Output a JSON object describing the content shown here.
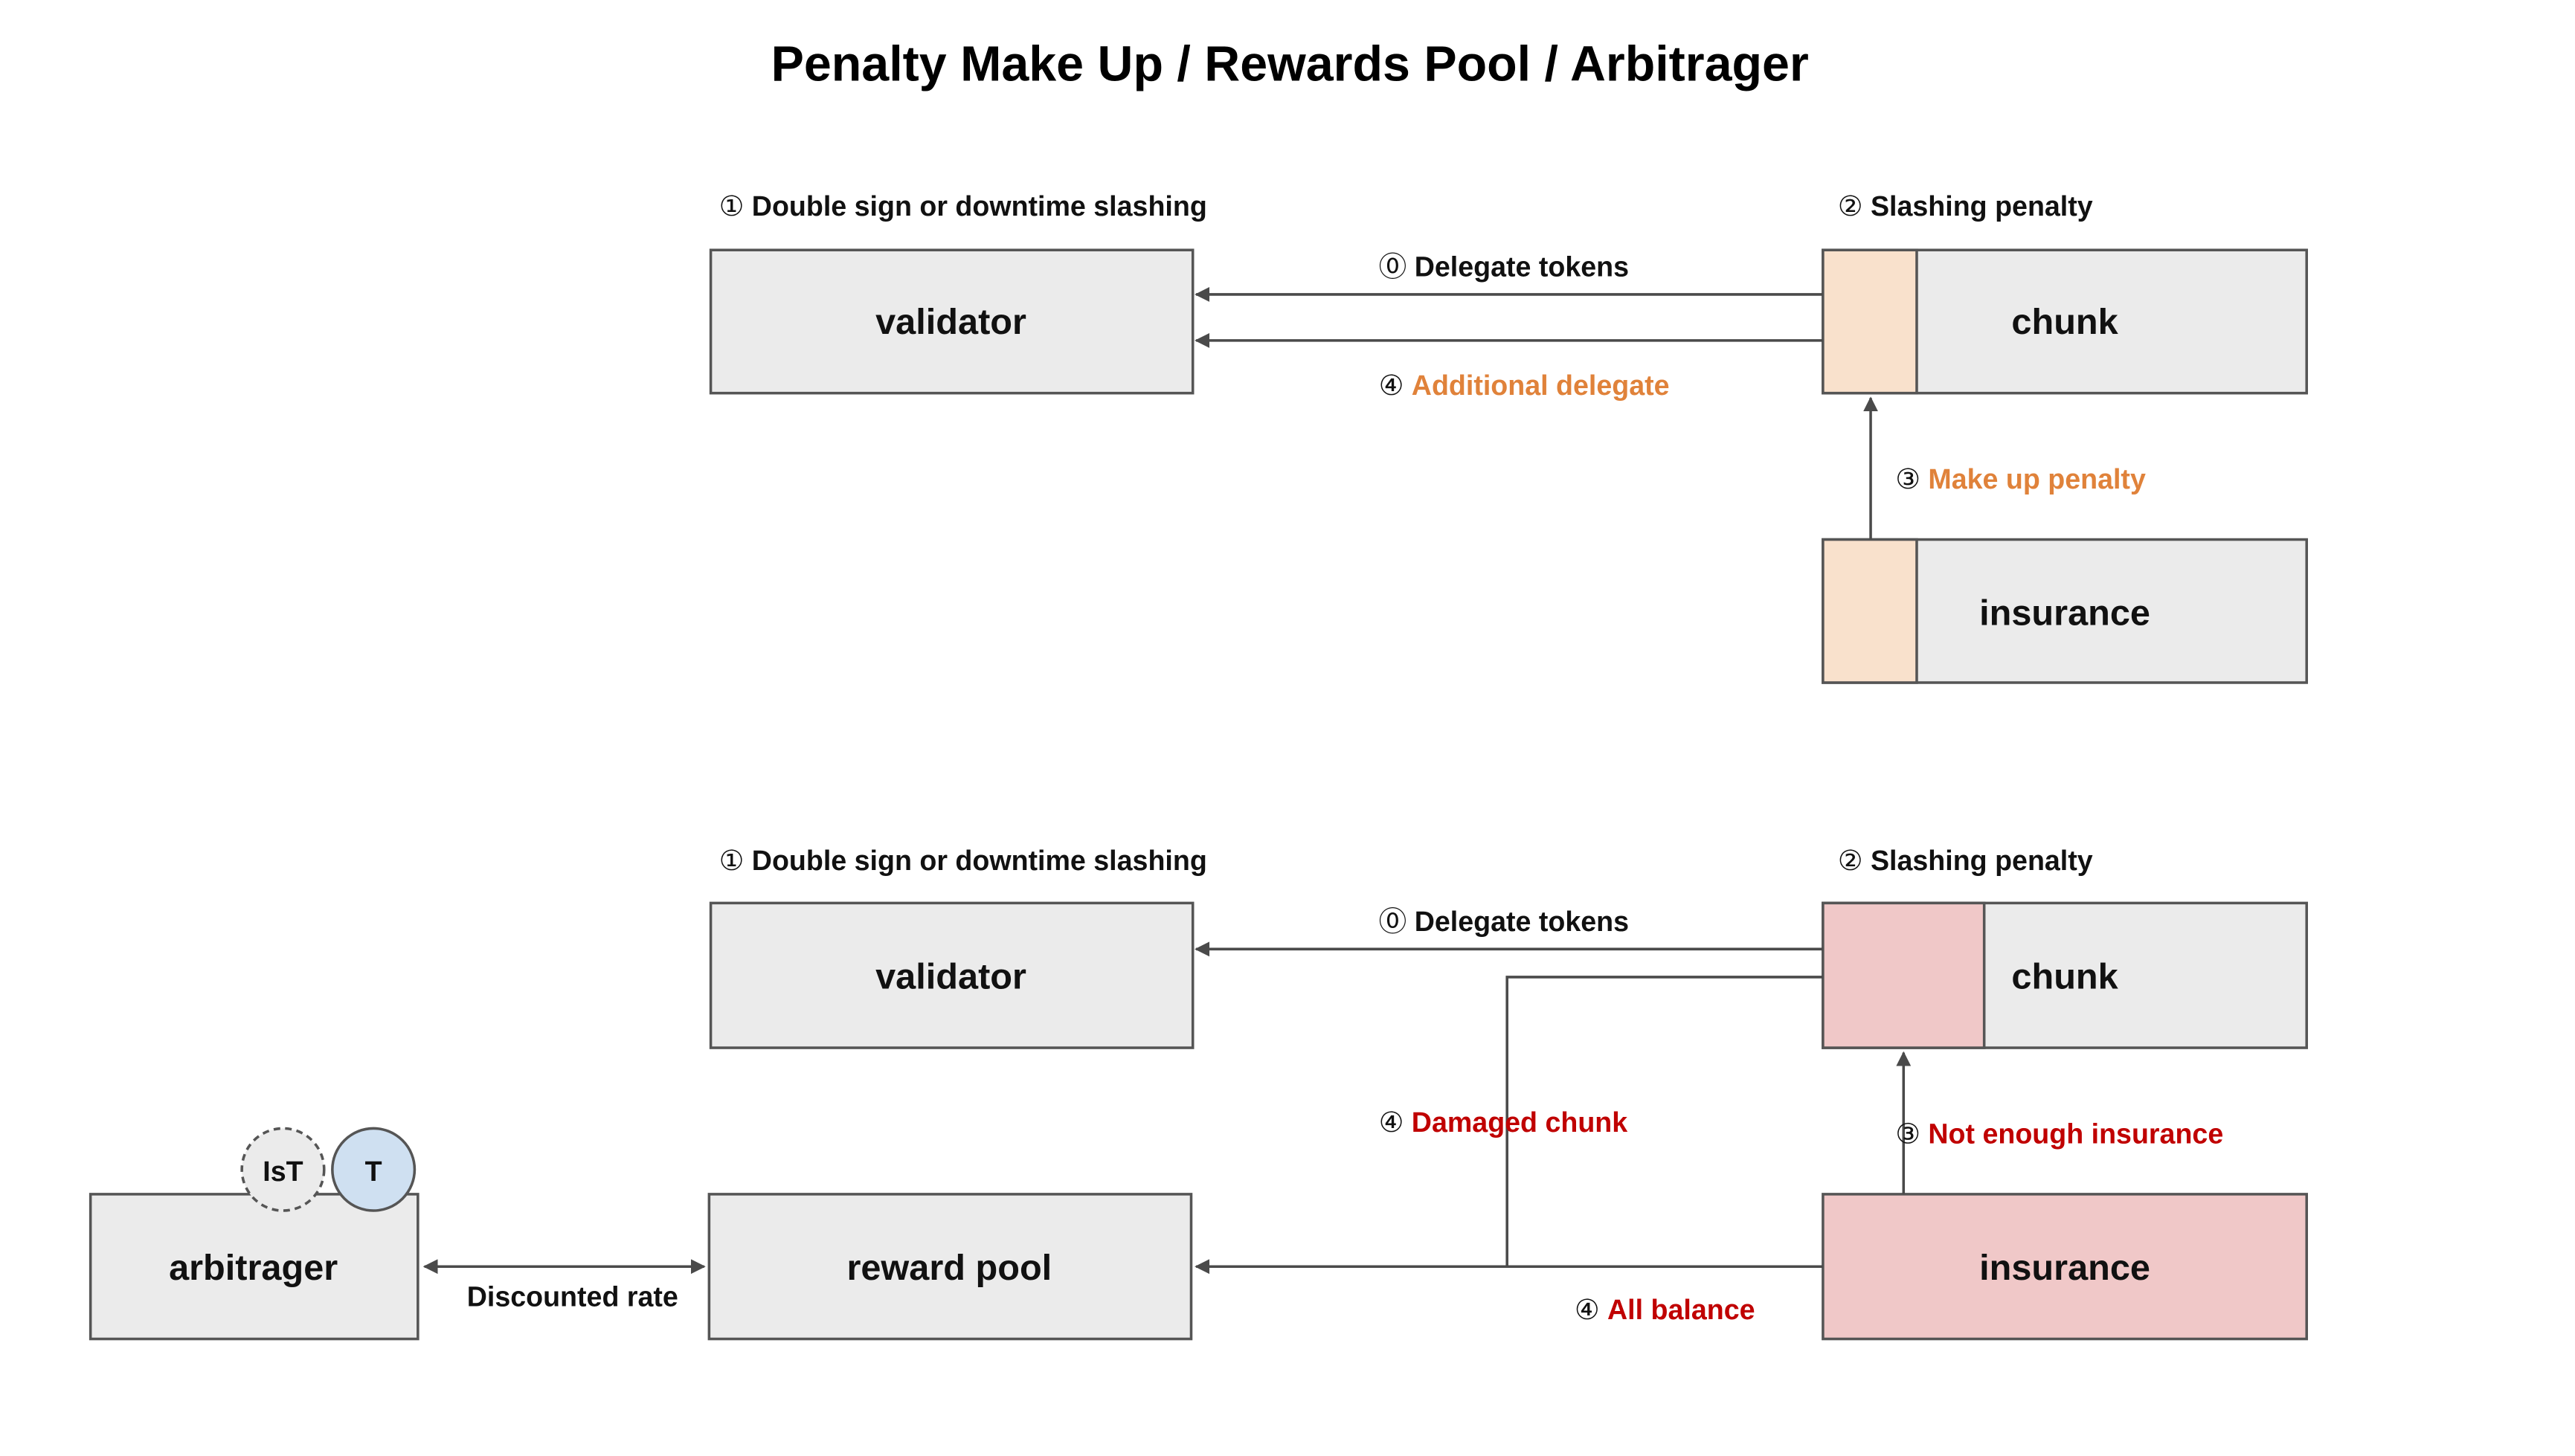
{
  "title": "Penalty Make Up / Rewards Pool / Arbitrager",
  "colors": {
    "box_fill": "#ebebeb",
    "box_stroke": "#555555",
    "orange_fill": "#f9e1cc",
    "orange_text": "#e0823a",
    "red_fill": "#f0c8c8",
    "red_text": "#c00000",
    "token_fill": "#cfe0f1"
  },
  "top": {
    "step1": {
      "num": "①",
      "text": "Double sign or downtime slashing"
    },
    "step2": {
      "num": "②",
      "text": "Slashing penalty"
    },
    "step0": {
      "num": "⓪",
      "text": "Delegate tokens"
    },
    "step4": {
      "num": "④",
      "text": "Additional delegate"
    },
    "step3": {
      "num": "③",
      "text": "Make up penalty"
    },
    "validator": "validator",
    "chunk": "chunk",
    "insurance": "insurance"
  },
  "bottom": {
    "step1": {
      "num": "①",
      "text": "Double sign or downtime slashing"
    },
    "step2": {
      "num": "②",
      "text": "Slashing penalty"
    },
    "step0": {
      "num": "⓪",
      "text": "Delegate tokens"
    },
    "step4_damaged": {
      "num": "④",
      "text": "Damaged chunk"
    },
    "step3": {
      "num": "③",
      "text": "Not enough insurance"
    },
    "step4_balance": {
      "num": "④",
      "text": "All balance"
    },
    "discounted": "Discounted rate",
    "validator": "validator",
    "chunk": "chunk",
    "insurance": "insurance",
    "reward_pool": "reward pool",
    "arbitrager": "arbitrager",
    "token_ist": "IsT",
    "token_t": "T"
  }
}
